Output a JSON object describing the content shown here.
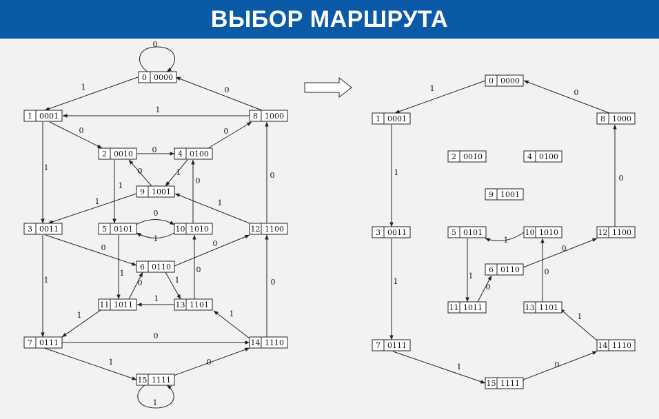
{
  "header": {
    "title": "ВЫБОР МАРШРУТА"
  },
  "left_graph": {
    "nodes": [
      {
        "id": "0",
        "code": "0000"
      },
      {
        "id": "1",
        "code": "0001"
      },
      {
        "id": "8",
        "code": "1000"
      },
      {
        "id": "2",
        "code": "0010"
      },
      {
        "id": "4",
        "code": "0100"
      },
      {
        "id": "9",
        "code": "1001"
      },
      {
        "id": "3",
        "code": "0011"
      },
      {
        "id": "5",
        "code": "0101"
      },
      {
        "id": "10",
        "code": "1010"
      },
      {
        "id": "12",
        "code": "1100"
      },
      {
        "id": "6",
        "code": "0110"
      },
      {
        "id": "11",
        "code": "1011"
      },
      {
        "id": "13",
        "code": "1101"
      },
      {
        "id": "7",
        "code": "0111"
      },
      {
        "id": "14",
        "code": "1110"
      },
      {
        "id": "15",
        "code": "1111"
      }
    ],
    "edges": [
      {
        "from": "0",
        "to": "0",
        "label": "0"
      },
      {
        "from": "0",
        "to": "1",
        "label": "1"
      },
      {
        "from": "8",
        "to": "0",
        "label": "0"
      },
      {
        "from": "8",
        "to": "1",
        "label": "1"
      },
      {
        "from": "1",
        "to": "2",
        "label": "0"
      },
      {
        "from": "1",
        "to": "3",
        "label": "1"
      },
      {
        "from": "2",
        "to": "4",
        "label": "0"
      },
      {
        "from": "4",
        "to": "8",
        "label": "0"
      },
      {
        "from": "9",
        "to": "2",
        "label": "0"
      },
      {
        "from": "4",
        "to": "9",
        "label": "1"
      },
      {
        "from": "2",
        "to": "5",
        "label": "1"
      },
      {
        "from": "9",
        "to": "3",
        "label": "1"
      },
      {
        "from": "12",
        "to": "9",
        "label": "1"
      },
      {
        "from": "14",
        "to": "8",
        "label": "0"
      },
      {
        "from": "5",
        "to": "10",
        "label": "0"
      },
      {
        "from": "10",
        "to": "5",
        "label": "1"
      },
      {
        "from": "10",
        "to": "4",
        "label": "0"
      },
      {
        "from": "3",
        "to": "6",
        "label": "0"
      },
      {
        "from": "6",
        "to": "12",
        "label": "0"
      },
      {
        "from": "3",
        "to": "7",
        "label": "1"
      },
      {
        "from": "5",
        "to": "11",
        "label": "1"
      },
      {
        "from": "11",
        "to": "6",
        "label": "0"
      },
      {
        "from": "6",
        "to": "13",
        "label": "1"
      },
      {
        "from": "13",
        "to": "10",
        "label": "0"
      },
      {
        "from": "13",
        "to": "11",
        "label": "1"
      },
      {
        "from": "11",
        "to": "7",
        "label": "1"
      },
      {
        "from": "7",
        "to": "14",
        "label": "0"
      },
      {
        "from": "14",
        "to": "12",
        "label": "0"
      },
      {
        "from": "14",
        "to": "13",
        "label": "1"
      },
      {
        "from": "7",
        "to": "15",
        "label": "1"
      },
      {
        "from": "15",
        "to": "14",
        "label": "0"
      },
      {
        "from": "15",
        "to": "15",
        "label": "1"
      }
    ]
  },
  "right_graph": {
    "nodes": [
      {
        "id": "0",
        "code": "0000"
      },
      {
        "id": "1",
        "code": "0001"
      },
      {
        "id": "8",
        "code": "1000"
      },
      {
        "id": "2",
        "code": "0010"
      },
      {
        "id": "4",
        "code": "0100"
      },
      {
        "id": "9",
        "code": "1001"
      },
      {
        "id": "3",
        "code": "0011"
      },
      {
        "id": "5",
        "code": "0101"
      },
      {
        "id": "10",
        "code": "1010"
      },
      {
        "id": "12",
        "code": "1100"
      },
      {
        "id": "6",
        "code": "0110"
      },
      {
        "id": "11",
        "code": "1011"
      },
      {
        "id": "13",
        "code": "1101"
      },
      {
        "id": "7",
        "code": "0111"
      },
      {
        "id": "14",
        "code": "1110"
      },
      {
        "id": "15",
        "code": "1111"
      }
    ],
    "edges": [
      {
        "from": "0",
        "to": "1",
        "label": "1"
      },
      {
        "from": "8",
        "to": "0",
        "label": "0"
      },
      {
        "from": "1",
        "to": "3",
        "label": "1"
      },
      {
        "from": "12",
        "to": "8",
        "label": "0"
      },
      {
        "from": "3",
        "to": "7",
        "label": "1"
      },
      {
        "from": "10",
        "to": "5",
        "label": "1"
      },
      {
        "from": "5",
        "to": "11",
        "label": "1"
      },
      {
        "from": "11",
        "to": "6",
        "label": "0"
      },
      {
        "from": "6",
        "to": "12",
        "label": "0"
      },
      {
        "from": "13",
        "to": "10",
        "label": "0"
      },
      {
        "from": "14",
        "to": "13",
        "label": "1"
      },
      {
        "from": "7",
        "to": "15",
        "label": "1"
      },
      {
        "from": "15",
        "to": "14",
        "label": "0"
      }
    ]
  }
}
